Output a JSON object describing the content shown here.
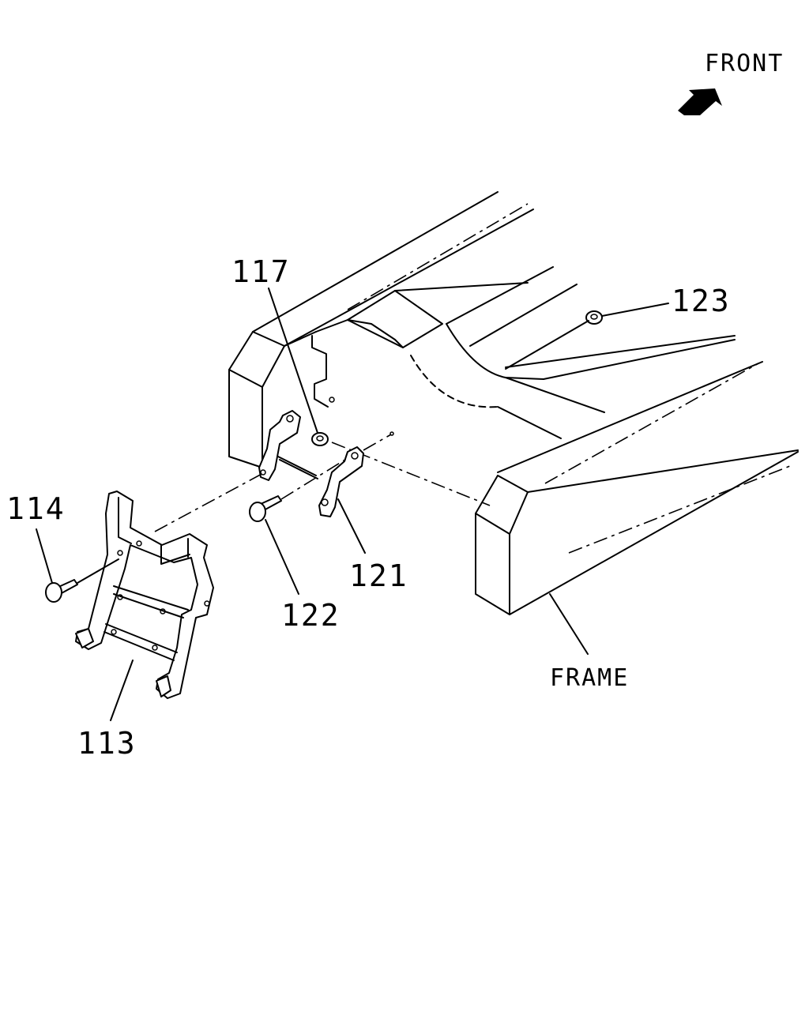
{
  "direction": {
    "label": "FRONT",
    "icon": "arrow-icon"
  },
  "callouts": {
    "p113": "113",
    "p114": "114",
    "p117": "117",
    "p121": "121",
    "p122": "122",
    "p123": "123",
    "frame": "FRAME"
  }
}
